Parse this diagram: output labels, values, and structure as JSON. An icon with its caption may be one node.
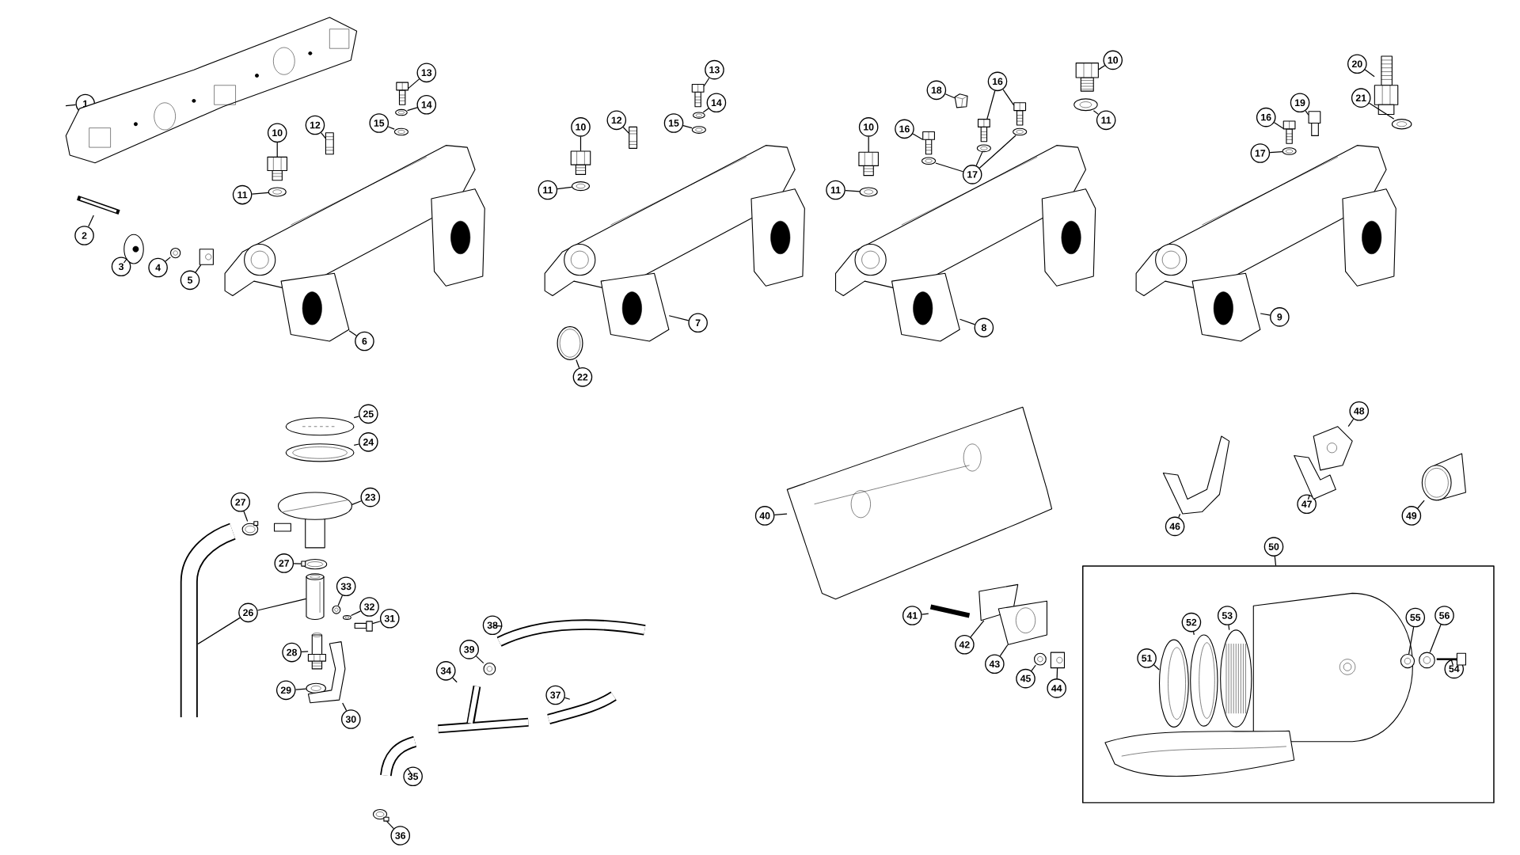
{
  "diagram": {
    "nodes": [
      {
        "text": [
          "1"
        ]
      },
      {
        "text": [
          "2"
        ]
      },
      {
        "text": [
          "3"
        ]
      },
      {
        "text": [
          "4"
        ]
      },
      {
        "text": [
          "5"
        ]
      },
      {
        "text": [
          "6"
        ]
      },
      {
        "text": [
          "10"
        ]
      },
      {
        "text": [
          "11"
        ]
      },
      {
        "text": [
          "12"
        ]
      },
      {
        "text": [
          "13"
        ]
      },
      {
        "text": [
          "14"
        ]
      },
      {
        "text": [
          "15"
        ]
      },
      {
        "text": [
          "10"
        ]
      },
      {
        "text": [
          "11"
        ]
      },
      {
        "text": [
          "12"
        ]
      },
      {
        "text": [
          "13"
        ]
      },
      {
        "text": [
          "14"
        ]
      },
      {
        "text": [
          "15"
        ]
      },
      {
        "text": [
          "7"
        ]
      },
      {
        "text": [
          "22"
        ]
      },
      {
        "text": [
          "18"
        ]
      },
      {
        "text": [
          "16"
        ]
      },
      {
        "text": [
          "17"
        ]
      },
      {
        "text": [
          "10"
        ]
      },
      {
        "text": [
          "11"
        ]
      },
      {
        "text": [
          "16"
        ]
      },
      {
        "text": [
          "10"
        ]
      },
      {
        "text": [
          "11"
        ]
      },
      {
        "text": [
          "8"
        ]
      },
      {
        "text": [
          "20"
        ]
      },
      {
        "text": [
          "21"
        ]
      },
      {
        "text": [
          "19"
        ]
      },
      {
        "text": [
          "16"
        ]
      },
      {
        "text": [
          "17"
        ]
      },
      {
        "text": [
          "9"
        ]
      },
      {
        "text": [
          "25"
        ]
      },
      {
        "text": [
          "24"
        ]
      },
      {
        "text": [
          "23"
        ]
      },
      {
        "text": [
          "27"
        ]
      },
      {
        "text": [
          "27"
        ]
      },
      {
        "text": [
          "26"
        ]
      },
      {
        "text": [
          "33"
        ]
      },
      {
        "text": [
          "32"
        ]
      },
      {
        "text": [
          "31"
        ]
      },
      {
        "text": [
          "28"
        ]
      },
      {
        "text": [
          "29"
        ]
      },
      {
        "text": [
          "30"
        ]
      },
      {
        "text": [
          "38"
        ]
      },
      {
        "text": [
          "39"
        ]
      },
      {
        "text": [
          "34"
        ]
      },
      {
        "text": [
          "37"
        ]
      },
      {
        "text": [
          "35"
        ]
      },
      {
        "text": [
          "36"
        ]
      },
      {
        "text": [
          "40"
        ]
      },
      {
        "text": [
          "41"
        ]
      },
      {
        "text": [
          "42"
        ]
      },
      {
        "text": [
          "43"
        ]
      },
      {
        "text": [
          "45"
        ]
      },
      {
        "text": [
          "44"
        ]
      },
      {
        "text": [
          "48"
        ]
      },
      {
        "text": [
          "46"
        ]
      },
      {
        "text": [
          "47"
        ]
      },
      {
        "text": [
          "49"
        ]
      },
      {
        "text": [
          "50"
        ]
      },
      {
        "text": [],
        "shape": "box"
      },
      {
        "text": [
          "51"
        ],
        "in": 64
      },
      {
        "text": [
          "52"
        ],
        "in": 64
      },
      {
        "text": [
          "53"
        ],
        "in": 64
      },
      {
        "text": [
          "55"
        ],
        "in": 64
      },
      {
        "text": [
          "56"
        ],
        "in": 64
      },
      {
        "text": [
          "54"
        ],
        "in": 64
      },
      {
        "text": [],
        "shape": "picture"
      },
      {
        "text": [],
        "shape": "picture"
      },
      {
        "text": [],
        "shape": "picture"
      },
      {
        "text": [],
        "shape": "picture"
      },
      {
        "text": [],
        "shape": "picture"
      },
      {
        "text": [],
        "shape": "picture"
      },
      {
        "text": [],
        "shape": "picture"
      },
      {
        "text": [],
        "shape": "picture"
      },
      {
        "text": [],
        "shape": "picture"
      },
      {
        "text": [],
        "shape": "picture"
      },
      {
        "text": [],
        "shape": "picture"
      },
      {
        "text": [],
        "shape": "picture"
      },
      {
        "text": [],
        "shape": "picture"
      },
      {
        "text": [],
        "shape": "picture"
      },
      {
        "text": [],
        "shape": "picture"
      },
      {
        "text": [],
        "shape": "picture"
      },
      {
        "text": [],
        "shape": "picture"
      },
      {
        "text": [],
        "shape": "picture"
      },
      {
        "text": [],
        "shape": "picture"
      },
      {
        "text": [],
        "shape": "picture"
      },
      {
        "text": [],
        "shape": "picture"
      },
      {
        "text": [],
        "shape": "picture"
      },
      {
        "text": [],
        "shape": "picture"
      },
      {
        "text": [],
        "shape": "picture"
      },
      {
        "text": [],
        "shape": "picture"
      },
      {
        "text": [],
        "shape": "picture"
      },
      {
        "text": [],
        "shape": "picture"
      },
      {
        "text": [],
        "shape": "picture"
      },
      {
        "text": [],
        "shape": "picture"
      },
      {
        "text": [],
        "shape": "picture"
      },
      {
        "text": [],
        "shape": "picture"
      },
      {
        "text": [],
        "shape": "picture"
      },
      {
        "text": [],
        "shape": "picture"
      },
      {
        "text": [],
        "shape": "picture"
      },
      {
        "text": [],
        "shape": "picture"
      },
      {
        "text": [],
        "shape": "picture"
      },
      {
        "text": [],
        "shape": "picture"
      },
      {
        "text": [],
        "shape": "picture"
      },
      {
        "text": [],
        "shape": "picture"
      },
      {
        "text": [],
        "shape": "picture"
      },
      {
        "text": [],
        "shape": "picture"
      },
      {
        "text": [],
        "shape": "picture"
      },
      {
        "text": [],
        "shape": "picture"
      },
      {
        "text": [],
        "shape": "picture"
      },
      {
        "text": [],
        "shape": "picture"
      },
      {
        "text": [],
        "shape": "picture"
      },
      {
        "text": [],
        "shape": "picture"
      },
      {
        "text": [],
        "shape": "picture"
      },
      {
        "text": [],
        "shape": "picture"
      },
      {
        "text": [],
        "shape": "picture"
      },
      {
        "text": [],
        "shape": "picture"
      },
      {
        "text": [],
        "shape": "picture"
      },
      {
        "text": [],
        "shape": "picture"
      },
      {
        "text": [],
        "shape": "picture"
      },
      {
        "text": [],
        "shape": "picture"
      },
      {
        "text": [],
        "shape": "picture"
      },
      {
        "text": [],
        "shape": "picture"
      },
      {
        "text": [],
        "shape": "picture"
      },
      {
        "text": [],
        "shape": "picture"
      },
      {
        "text": [],
        "shape": "picture"
      },
      {
        "text": [],
        "shape": "picture"
      },
      {
        "text": [],
        "shape": "picture"
      },
      {
        "text": [],
        "shape": "picture"
      },
      {
        "text": [],
        "shape": "picture"
      },
      {
        "text": [],
        "shape": "picture"
      },
      {
        "text": [],
        "shape": "picture"
      },
      {
        "text": [],
        "shape": "picture"
      },
      {
        "text": [],
        "shape": "picture",
        "in": 64
      },
      {
        "text": [],
        "shape": "picture",
        "in": 64
      },
      {
        "text": [],
        "shape": "picture",
        "in": 64
      },
      {
        "text": [],
        "shape": "picture",
        "in": 64
      },
      {
        "text": [],
        "shape": "picture",
        "in": 64
      },
      {
        "text": [],
        "shape": "picture",
        "in": 64
      }
    ],
    "edges": [
      {
        "from": 0,
        "to": 71,
        "arrow": "none"
      },
      {
        "from": 1,
        "to": 72,
        "arrow": "none"
      },
      {
        "from": 2,
        "to": 73,
        "arrow": "none"
      },
      {
        "from": 3,
        "to": 74,
        "arrow": "none"
      },
      {
        "from": 4,
        "to": 75,
        "arrow": "none"
      },
      {
        "from": 5,
        "to": 76,
        "arrow": "none"
      },
      {
        "from": 6,
        "to": 77,
        "arrow": "none"
      },
      {
        "from": 7,
        "to": 78,
        "arrow": "none"
      },
      {
        "from": 8,
        "to": 79,
        "arrow": "none"
      },
      {
        "from": 9,
        "to": 80,
        "arrow": "none"
      },
      {
        "from": 10,
        "to": 81,
        "arrow": "none"
      },
      {
        "from": 11,
        "to": 82,
        "arrow": "none"
      },
      {
        "from": 12,
        "to": 83,
        "arrow": "none"
      },
      {
        "from": 13,
        "to": 84,
        "arrow": "none"
      },
      {
        "from": 14,
        "to": 85,
        "arrow": "none"
      },
      {
        "from": 15,
        "to": 86,
        "arrow": "none"
      },
      {
        "from": 16,
        "to": 87,
        "arrow": "none"
      },
      {
        "from": 17,
        "to": 88,
        "arrow": "none"
      },
      {
        "from": 18,
        "to": 89,
        "arrow": "none"
      },
      {
        "from": 19,
        "to": 90,
        "arrow": "none"
      },
      {
        "from": 20,
        "to": 91,
        "arrow": "none"
      },
      {
        "from": 21,
        "to": 92,
        "arrow": "none"
      },
      {
        "from": 21,
        "to": 93,
        "arrow": "none"
      },
      {
        "from": 22,
        "to": 94,
        "arrow": "none"
      },
      {
        "from": 22,
        "to": 95,
        "arrow": "none"
      },
      {
        "from": 22,
        "to": 96,
        "arrow": "none"
      },
      {
        "from": 23,
        "to": 97,
        "arrow": "none"
      },
      {
        "from": 24,
        "to": 98,
        "arrow": "none"
      },
      {
        "from": 25,
        "to": 99,
        "arrow": "none"
      },
      {
        "from": 26,
        "to": 100,
        "arrow": "none"
      },
      {
        "from": 27,
        "to": 101,
        "arrow": "none"
      },
      {
        "from": 28,
        "to": 102,
        "arrow": "none"
      },
      {
        "from": 29,
        "to": 103,
        "arrow": "none"
      },
      {
        "from": 30,
        "to": 104,
        "arrow": "none"
      },
      {
        "from": 31,
        "to": 105,
        "arrow": "none"
      },
      {
        "from": 32,
        "to": 106,
        "arrow": "none"
      },
      {
        "from": 33,
        "to": 107,
        "arrow": "none"
      },
      {
        "from": 34,
        "to": 108,
        "arrow": "none"
      },
      {
        "from": 35,
        "to": 109,
        "arrow": "none"
      },
      {
        "from": 36,
        "to": 110,
        "arrow": "none"
      },
      {
        "from": 37,
        "to": 111,
        "arrow": "none"
      },
      {
        "from": 38,
        "to": 112,
        "arrow": "none"
      },
      {
        "from": 39,
        "to": 113,
        "arrow": "none"
      },
      {
        "from": 40,
        "to": 114,
        "arrow": "none"
      },
      {
        "from": 40,
        "to": 115,
        "arrow": "none"
      },
      {
        "from": 41,
        "to": 116,
        "arrow": "none"
      },
      {
        "from": 42,
        "to": 117,
        "arrow": "none"
      },
      {
        "from": 43,
        "to": 118,
        "arrow": "none"
      },
      {
        "from": 44,
        "to": 119,
        "arrow": "none"
      },
      {
        "from": 45,
        "to": 120,
        "arrow": "none"
      },
      {
        "from": 46,
        "to": 121,
        "arrow": "none"
      },
      {
        "from": 47,
        "to": 122,
        "arrow": "none"
      },
      {
        "from": 48,
        "to": 123,
        "arrow": "none"
      },
      {
        "from": 49,
        "to": 124,
        "arrow": "none"
      },
      {
        "from": 50,
        "to": 125,
        "arrow": "none"
      },
      {
        "from": 51,
        "to": 126,
        "arrow": "none"
      },
      {
        "from": 52,
        "to": 127,
        "arrow": "none"
      },
      {
        "from": 53,
        "to": 128,
        "arrow": "none"
      },
      {
        "from": 54,
        "to": 129,
        "arrow": "none"
      },
      {
        "from": 55,
        "to": 130,
        "arrow": "none"
      },
      {
        "from": 56,
        "to": 131,
        "arrow": "none"
      },
      {
        "from": 57,
        "to": 132,
        "arrow": "none"
      },
      {
        "from": 58,
        "to": 133,
        "arrow": "none"
      },
      {
        "from": 59,
        "to": 134,
        "arrow": "none"
      },
      {
        "from": 60,
        "to": 135,
        "arrow": "none"
      },
      {
        "from": 61,
        "to": 136,
        "arrow": "none"
      },
      {
        "from": 62,
        "to": 137,
        "arrow": "none"
      },
      {
        "from": 63,
        "to": 64,
        "arrow": "none"
      },
      {
        "from": 65,
        "to": 138,
        "arrow": "none"
      },
      {
        "from": 66,
        "to": 139,
        "arrow": "none"
      },
      {
        "from": 67,
        "to": 140,
        "arrow": "none"
      },
      {
        "from": 68,
        "to": 141,
        "arrow": "none"
      },
      {
        "from": 69,
        "to": 142,
        "arrow": "none"
      },
      {
        "from": 70,
        "to": 143,
        "arrow": "none"
      }
    ]
  }
}
